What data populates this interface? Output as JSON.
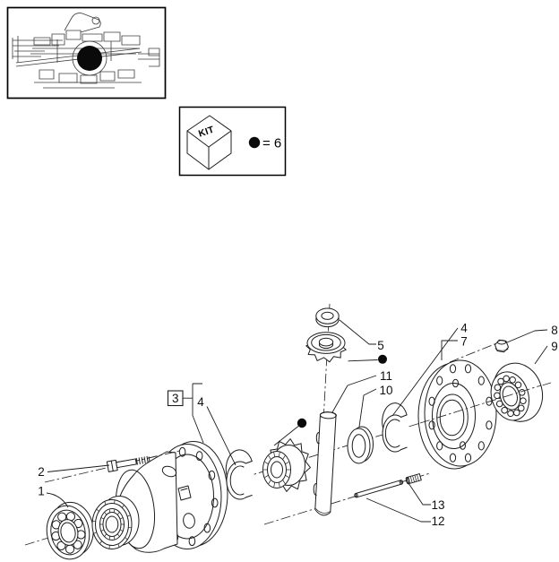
{
  "legend": {
    "kit_label": "KIT",
    "equation": "= 6"
  },
  "callouts": {
    "c1": "1",
    "c2": "2",
    "c3": "3",
    "c4_left": "4",
    "c5": "5",
    "c10": "10",
    "c11": "11",
    "c4_right": "4",
    "c7": "7",
    "c8": "8",
    "c9": "9",
    "c12": "12",
    "c13": "13"
  }
}
